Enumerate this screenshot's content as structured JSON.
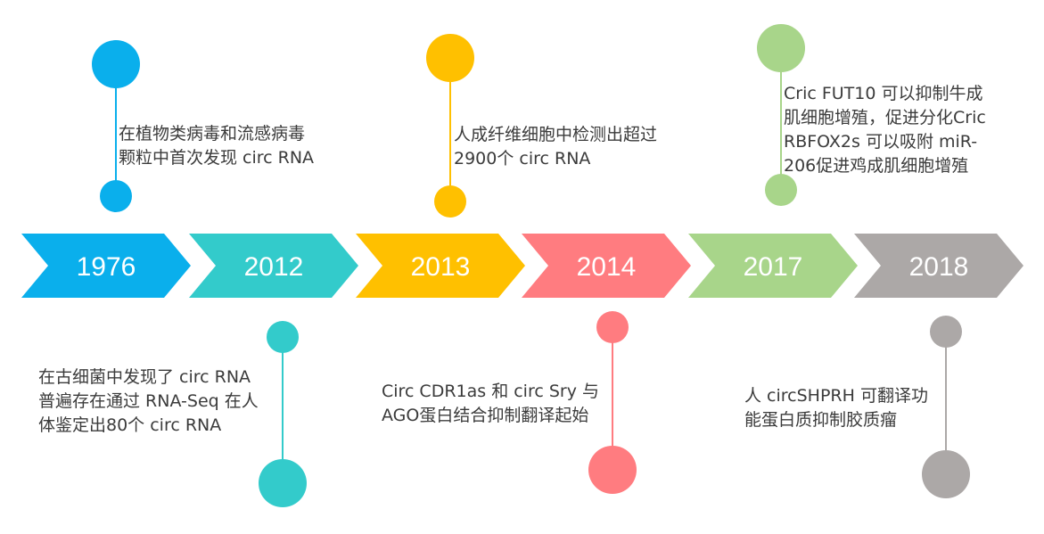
{
  "colors": {
    "blue": "#0AAFEC",
    "teal": "#33CBCB",
    "yellow": "#FFC000",
    "pink": "#FF7C80",
    "green": "#A8D58A",
    "gray": "#ACA8A7"
  },
  "years": [
    "1976",
    "2012",
    "2013",
    "2014",
    "2017",
    "2018"
  ],
  "events": [
    {
      "year": "1976",
      "lines": [
        "在植物类病毒和流感病毒",
        "颗粒中首次发现 circ RNA"
      ]
    },
    {
      "year": "2012",
      "lines": [
        "在古细菌中发现了 circ RNA",
        "普遍存在通过 RNA-Seq 在人",
        "体鉴定出80个 circ RNA"
      ]
    },
    {
      "year": "2013",
      "lines": [
        "人成纤维细胞中检测出超过",
        "2900个 circ RNA"
      ]
    },
    {
      "year": "2014",
      "lines": [
        "Circ CDR1as 和 circ Sry 与",
        "AGO蛋白结合抑制翻译起始"
      ]
    },
    {
      "year": "2017",
      "lines": [
        "Cric FUT10 可以抑制牛成",
        "肌细胞增殖，促进分化Cric",
        "RBFOX2s 可以吸附 miR-",
        "206促进鸡成肌细胞增殖"
      ]
    },
    {
      "year": "2018",
      "lines": [
        "人 circSHPRH 可翻译功",
        "能蛋白质抑制胶质瘤"
      ]
    }
  ]
}
